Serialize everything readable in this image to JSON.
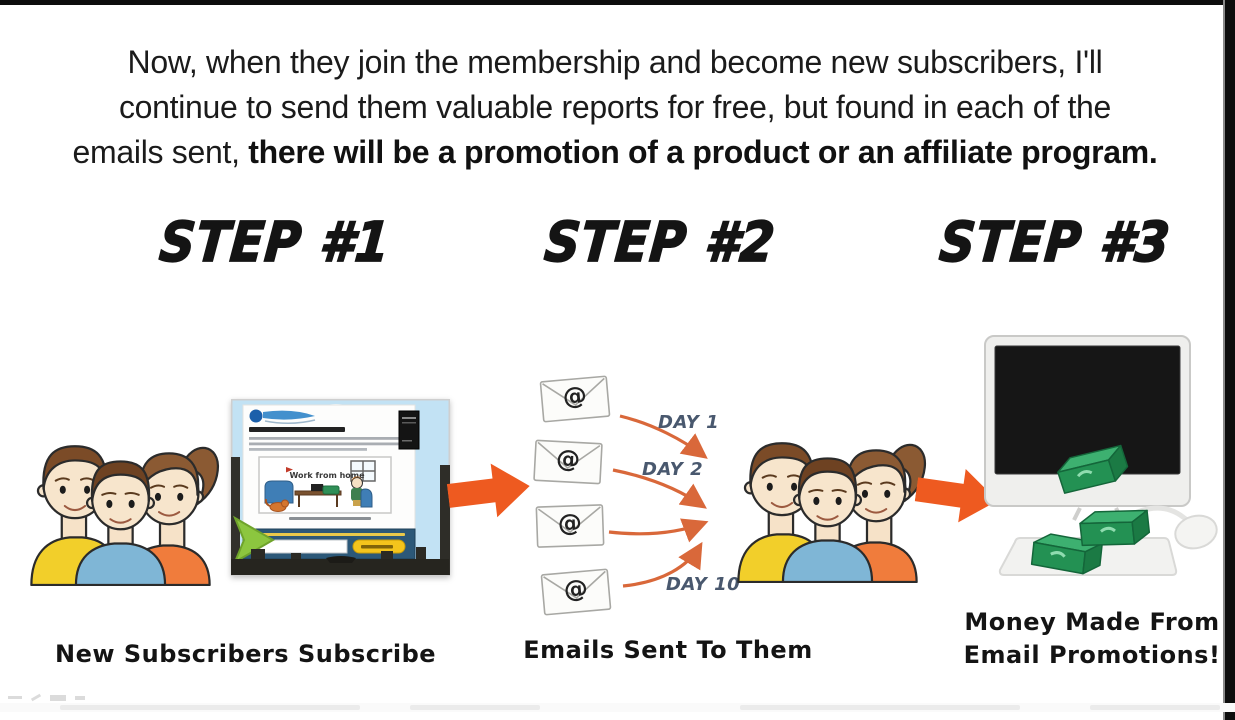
{
  "headline": {
    "line1": "Now, when they join the membership and become new subscribers, I'll",
    "line2": "continue to send them valuable reports for free, but found in each of the",
    "line3_regular": "emails sent, ",
    "line3_bold": "there will be a promotion of a product or an affiliate program."
  },
  "steps": {
    "step1": {
      "title": "STEP #1",
      "caption": "New Subscribers Subscribe"
    },
    "step2": {
      "title": "STEP #2",
      "caption": "Emails Sent To Them",
      "at_symbol": "@",
      "day_labels": [
        "DAY 1",
        "DAY 2",
        "DAY 10"
      ]
    },
    "step3": {
      "title": "STEP #3",
      "caption_line1": "Money Made From",
      "caption_line2": "Email Promotions!"
    }
  },
  "landing_page": {
    "illustration_caption": "Work from home"
  },
  "colors": {
    "block_arrow_orange": "#EE5A20",
    "curved_arrow_orange": "#D9683A",
    "day_label_slate": "#49586E",
    "money_green": "#239153",
    "shirt_yellow": "#F2CF2A",
    "shirt_blue": "#7FB6D6",
    "shirt_orange": "#F07C3C",
    "navy_bar": "#2C5878",
    "cta_yellow": "#F4C41C",
    "chevron_green": "#8CC63F"
  }
}
